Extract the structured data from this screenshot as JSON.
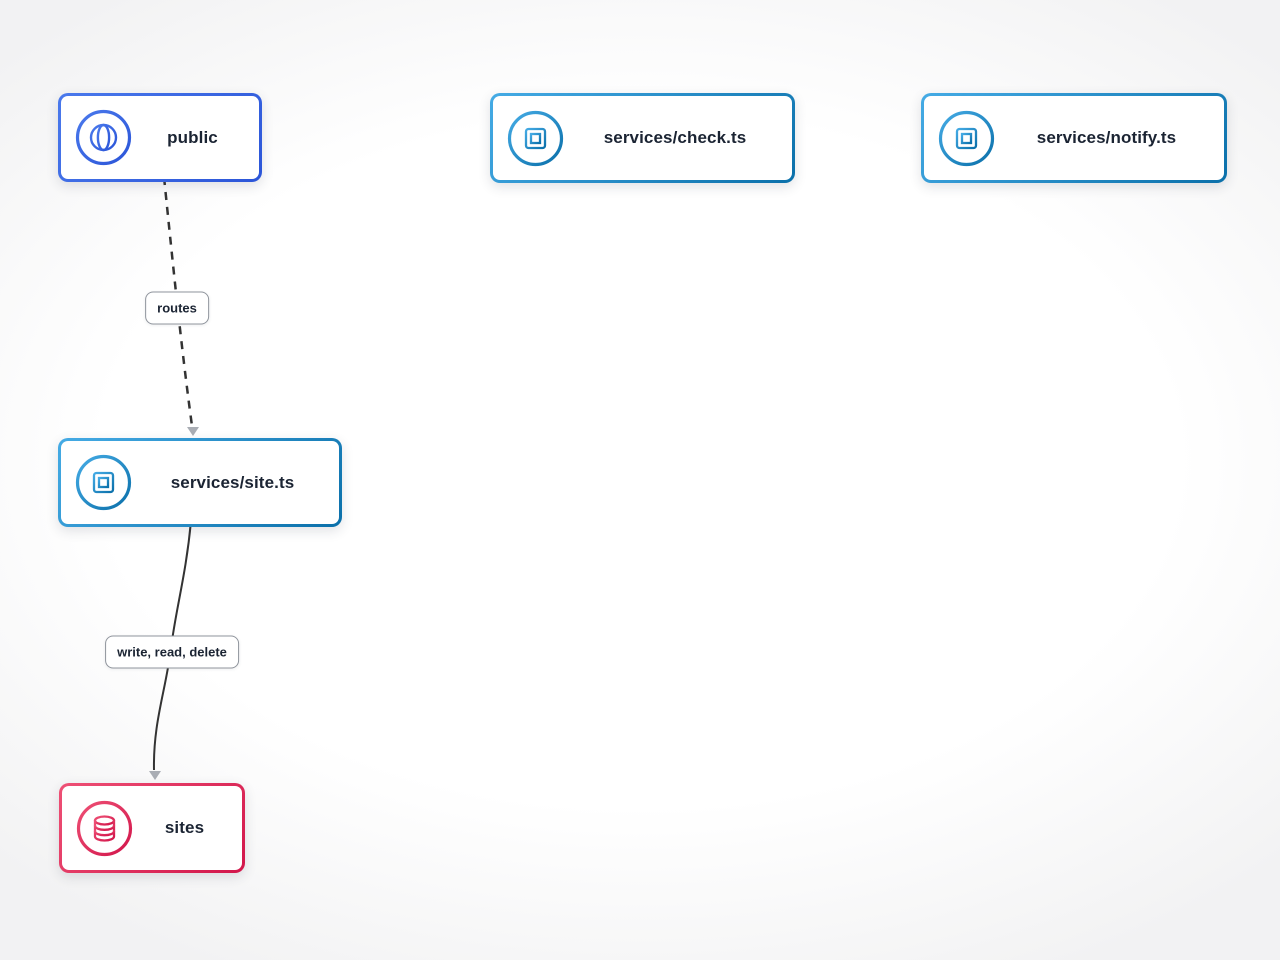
{
  "diagram": {
    "type": "service-flow",
    "nodes": [
      {
        "id": "public",
        "label": "public",
        "icon": "globe-icon",
        "kind": "gateway"
      },
      {
        "id": "check",
        "label": "services/check.ts",
        "icon": "cpu-icon",
        "kind": "service"
      },
      {
        "id": "notify",
        "label": "services/notify.ts",
        "icon": "cpu-icon",
        "kind": "service"
      },
      {
        "id": "site",
        "label": "services/site.ts",
        "icon": "cpu-icon",
        "kind": "service"
      },
      {
        "id": "sites",
        "label": "sites",
        "icon": "database-icon",
        "kind": "database"
      }
    ],
    "edges": [
      {
        "from": "public",
        "to": "site",
        "label": "routes",
        "style": "dashed"
      },
      {
        "from": "site",
        "to": "sites",
        "label": "write, read, delete",
        "style": "solid"
      }
    ]
  },
  "colors": {
    "gateway-from": "#4a79ec",
    "gateway-to": "#2b55d8",
    "service-from": "#45abe5",
    "service-to": "#0b70aa",
    "database-from": "#ee5075",
    "database-to": "#d2164b",
    "text": "#1b2433",
    "edge": "#333333",
    "arrow": "#a9adb4",
    "label-border": "#8f949c",
    "node-bg": "#ffffff"
  }
}
